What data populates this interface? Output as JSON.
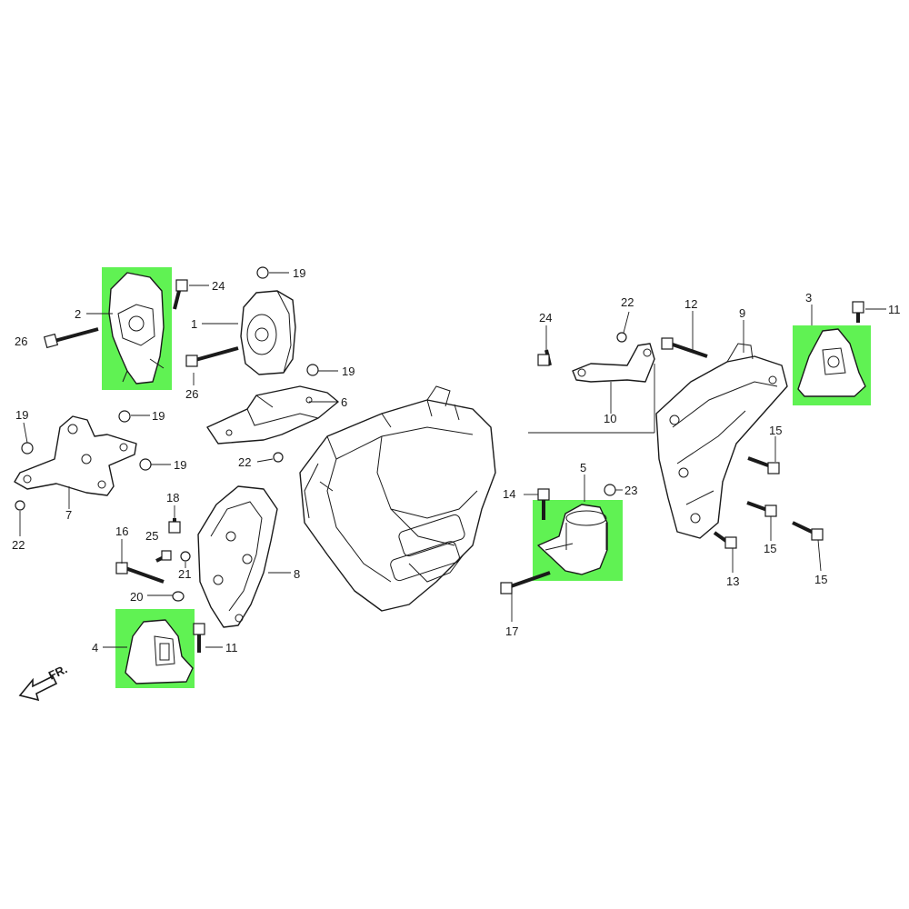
{
  "direction_label": "FR.",
  "highlight_color": "#33ee22",
  "callouts": {
    "c1": "1",
    "c2": "2",
    "c3": "3",
    "c4": "4",
    "c5": "5",
    "c6": "6",
    "c7": "7",
    "c8": "8",
    "c9": "9",
    "c10": "10",
    "c11a": "11",
    "c11b": "11",
    "c12": "12",
    "c13": "13",
    "c14": "14",
    "c15a": "15",
    "c15b": "15",
    "c15c": "15",
    "c16": "16",
    "c17": "17",
    "c18": "18",
    "c19a": "19",
    "c19b": "19",
    "c19c": "19",
    "c19d": "19",
    "c19e": "19",
    "c20": "20",
    "c21": "21",
    "c22a": "22",
    "c22b": "22",
    "c22c": "22",
    "c23": "23",
    "c24a": "24",
    "c24b": "24",
    "c25": "25",
    "c26a": "26",
    "c26b": "26"
  },
  "highlighted_parts": [
    "2",
    "3",
    "4",
    "5"
  ]
}
